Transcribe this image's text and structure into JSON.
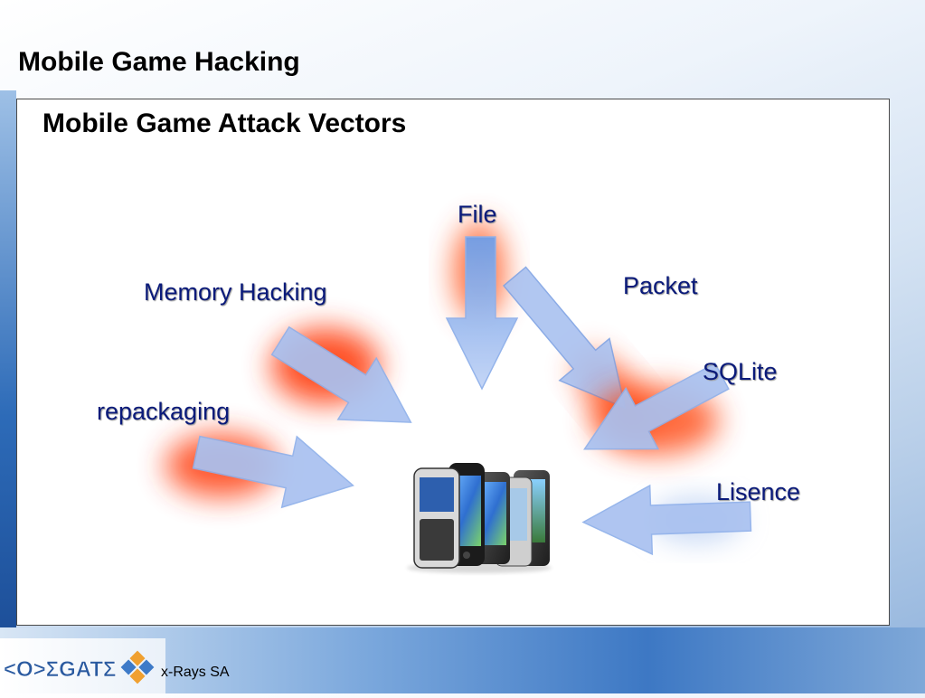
{
  "slide": {
    "title": "Mobile Game Hacking",
    "heading": "Mobile Game Attack Vectors"
  },
  "vectors": [
    {
      "label": "File"
    },
    {
      "label": "Memory Hacking"
    },
    {
      "label": "Packet"
    },
    {
      "label": "SQLite"
    },
    {
      "label": "repackaging"
    },
    {
      "label": "Lisence"
    }
  ],
  "footer": {
    "logo_text": "<O>ΣGATΣ",
    "text": "x-Rays SA"
  },
  "colors": {
    "label": "#0a1a7a",
    "arrow_fill": "#a9c1f0",
    "glow": "#ff3a00"
  },
  "icons": {
    "phones": "smartphones-icon",
    "logo": "codegate-logo-icon"
  }
}
